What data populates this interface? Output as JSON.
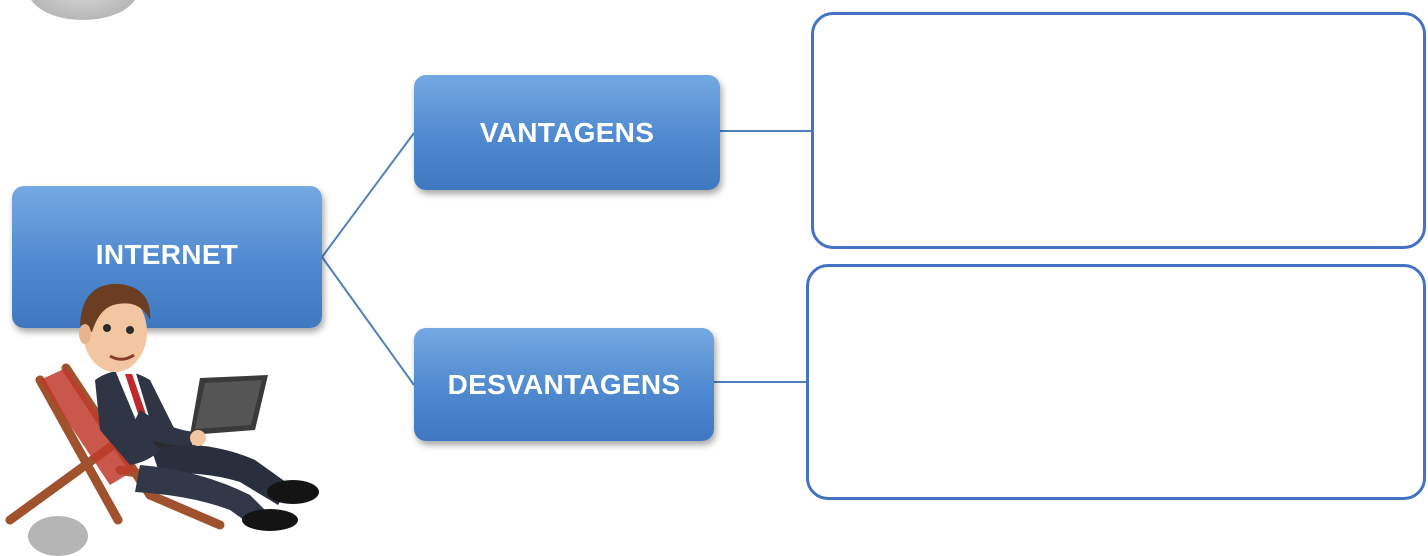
{
  "diagram": {
    "root_label": "INTERNET",
    "branches": [
      {
        "label": "VANTAGENS",
        "answer_text": ""
      },
      {
        "label": "DESVANTAGENS",
        "answer_text": ""
      }
    ]
  },
  "colors": {
    "node_fill": "#4f89cf",
    "node_text": "#ffffff",
    "connector": "#4f81bd",
    "answer_border": "#4472c4"
  },
  "icons": {
    "illustration": "man-in-deckchair-with-laptop-icon",
    "corner_shape": "gray-circle-decoration"
  }
}
